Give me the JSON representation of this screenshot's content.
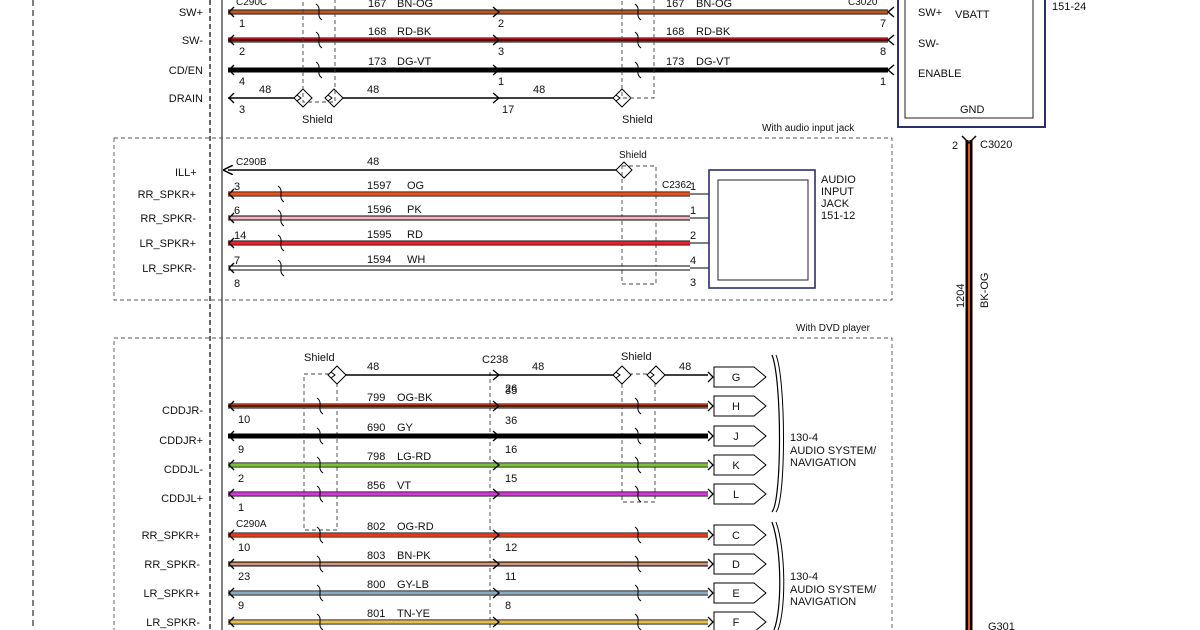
{
  "colors": {
    "OG": "#e8521e",
    "PK": "#f4b6c2",
    "RD": "#e8212a",
    "WH": "#ffffff",
    "BK": "#000000",
    "GY": "#9a9a9a",
    "LG": "#7cbf3a",
    "VT": "#d03ad6",
    "BN": "#8b5a2b",
    "LB": "#74b9e8",
    "TN": "#d2a86a",
    "YE": "#f0d020"
  },
  "top": {
    "connector_left": "C290C",
    "connector_right": "C3020",
    "shield_label_1": "Shield",
    "shield_label_2": "Shield",
    "rows": [
      {
        "signal": "SW+",
        "pin_left": "1",
        "circuit": "167",
        "color": "BN-OG",
        "circuit2": "167",
        "color2": "BN-OG",
        "mid_pin": "2",
        "pin_right": "7",
        "stripe": [
          "BN",
          "OG"
        ]
      },
      {
        "signal": "SW-",
        "pin_left": "2",
        "circuit": "168",
        "color": "RD-BK",
        "circuit2": "168",
        "color2": "RD-BK",
        "mid_pin": "3",
        "pin_right": "8",
        "stripe": [
          "RD",
          "BK"
        ]
      },
      {
        "signal": "CD/EN",
        "pin_left": "4",
        "circuit": "173",
        "color": "DG-VT",
        "circuit2": "173",
        "color2": "DG-VT",
        "mid_pin": "1",
        "pin_right": "1",
        "stripe": [
          "BK",
          "BK"
        ]
      },
      {
        "signal": "DRAIN",
        "pin_left": "3",
        "circuit": "48",
        "color": "",
        "circuit2": "48",
        "color2": "",
        "mid_pin": "17",
        "pin_right": "",
        "stripe": [
          "BK",
          "BK"
        ],
        "mid_circuit": "48"
      }
    ],
    "module": {
      "pins": [
        "SW+",
        "SW-",
        "ENABLE",
        "GND"
      ],
      "vbatt": "VBATT",
      "ref": "151-24"
    },
    "gnd_pin": "2",
    "gnd_connector": "C3020",
    "gnd_circuit": "1204",
    "gnd_color": "BK-OG",
    "ground_label": "G301"
  },
  "audio_input": {
    "caption": "With audio input jack",
    "connector_left": "C290B",
    "connector_right": "C2362",
    "shield_label": "Shield",
    "ill": {
      "signal": "ILL+",
      "circuit": "48"
    },
    "rows": [
      {
        "signal": "RR_SPKR+",
        "pin_left": "3",
        "circuit": "1597",
        "color": "OG",
        "pin_right": "1",
        "jack_label": "RR_SPKR+",
        "stripe": [
          "OG",
          "OG"
        ]
      },
      {
        "signal": "RR_SPKR-",
        "pin_left": "6",
        "circuit": "1596",
        "color": "PK",
        "pin_right": "1",
        "jack_label": "RR_SPKR-",
        "stripe": [
          "PK",
          "PK"
        ]
      },
      {
        "signal": "LR_SPKR+",
        "pin_left": "14",
        "circuit": "1595",
        "color": "RD",
        "pin_right": "2",
        "jack_label": "LR_SPKR+",
        "stripe": [
          "RD",
          "RD"
        ]
      },
      {
        "signal": "LR_SPKR-",
        "pin_left": "7",
        "circuit": "1594",
        "color": "WH",
        "pin_right": "4",
        "jack_label": "LR_SPKR-",
        "stripe": [
          "WH",
          "WH"
        ]
      }
    ],
    "extra_pin_left": "8",
    "extra_pin_right": "3",
    "device_lines": [
      "AUDIO",
      "INPUT",
      "JACK",
      "151-12"
    ]
  },
  "dvd": {
    "caption": "With DVD player",
    "shield_label_1": "Shield",
    "shield_label_2": "Shield",
    "mid_connector": "C238",
    "shield_row": {
      "circuit_a": "48",
      "circuit_b": "48",
      "circuit_c": "48",
      "mid_pin": "26",
      "term": "G"
    },
    "rows": [
      {
        "signal": "CDDJR-",
        "pin_left": "10",
        "circuit": "799",
        "color": "OG-BK",
        "mid_pin": "35",
        "term": "H",
        "stripe": [
          "OG",
          "BK"
        ]
      },
      {
        "signal": "CDDJR+",
        "pin_left": "9",
        "circuit": "690",
        "color": "GY",
        "mid_pin": "36",
        "term": "J",
        "stripe": [
          "BK",
          "BK"
        ]
      },
      {
        "signal": "CDDJL-",
        "pin_left": "2",
        "circuit": "798",
        "color": "LG-RD",
        "mid_pin": "16",
        "term": "K",
        "stripe": [
          "LG",
          "LG"
        ]
      },
      {
        "signal": "CDDJL+",
        "pin_left": "1",
        "circuit": "856",
        "color": "VT",
        "mid_pin": "15",
        "term": "L",
        "stripe": [
          "VT",
          "VT"
        ]
      }
    ],
    "device_lines": [
      "130-4",
      "AUDIO SYSTEM/",
      "NAVIGATION"
    ]
  },
  "speakers": {
    "connector_left": "C290A",
    "rows": [
      {
        "signal": "RR_SPKR+",
        "pin_left": "10",
        "circuit": "802",
        "color": "OG-RD",
        "mid_pin": "12",
        "term": "C",
        "stripe": [
          "OG",
          "RD"
        ]
      },
      {
        "signal": "RR_SPKR-",
        "pin_left": "23",
        "circuit": "803",
        "color": "BN-PK",
        "mid_pin": "11",
        "term": "D",
        "stripe": [
          "BN",
          "PK"
        ]
      },
      {
        "signal": "LR_SPKR+",
        "pin_left": "9",
        "circuit": "800",
        "color": "GY-LB",
        "mid_pin": "8",
        "term": "E",
        "stripe": [
          "GY",
          "LB"
        ]
      },
      {
        "signal": "LR_SPKR-",
        "pin_left": "",
        "circuit": "801",
        "color": "TN-YE",
        "mid_pin": "",
        "term": "F",
        "stripe": [
          "TN",
          "YE"
        ]
      }
    ],
    "device_lines": [
      "130-4",
      "AUDIO SYSTEM/",
      "NAVIGATION"
    ]
  }
}
